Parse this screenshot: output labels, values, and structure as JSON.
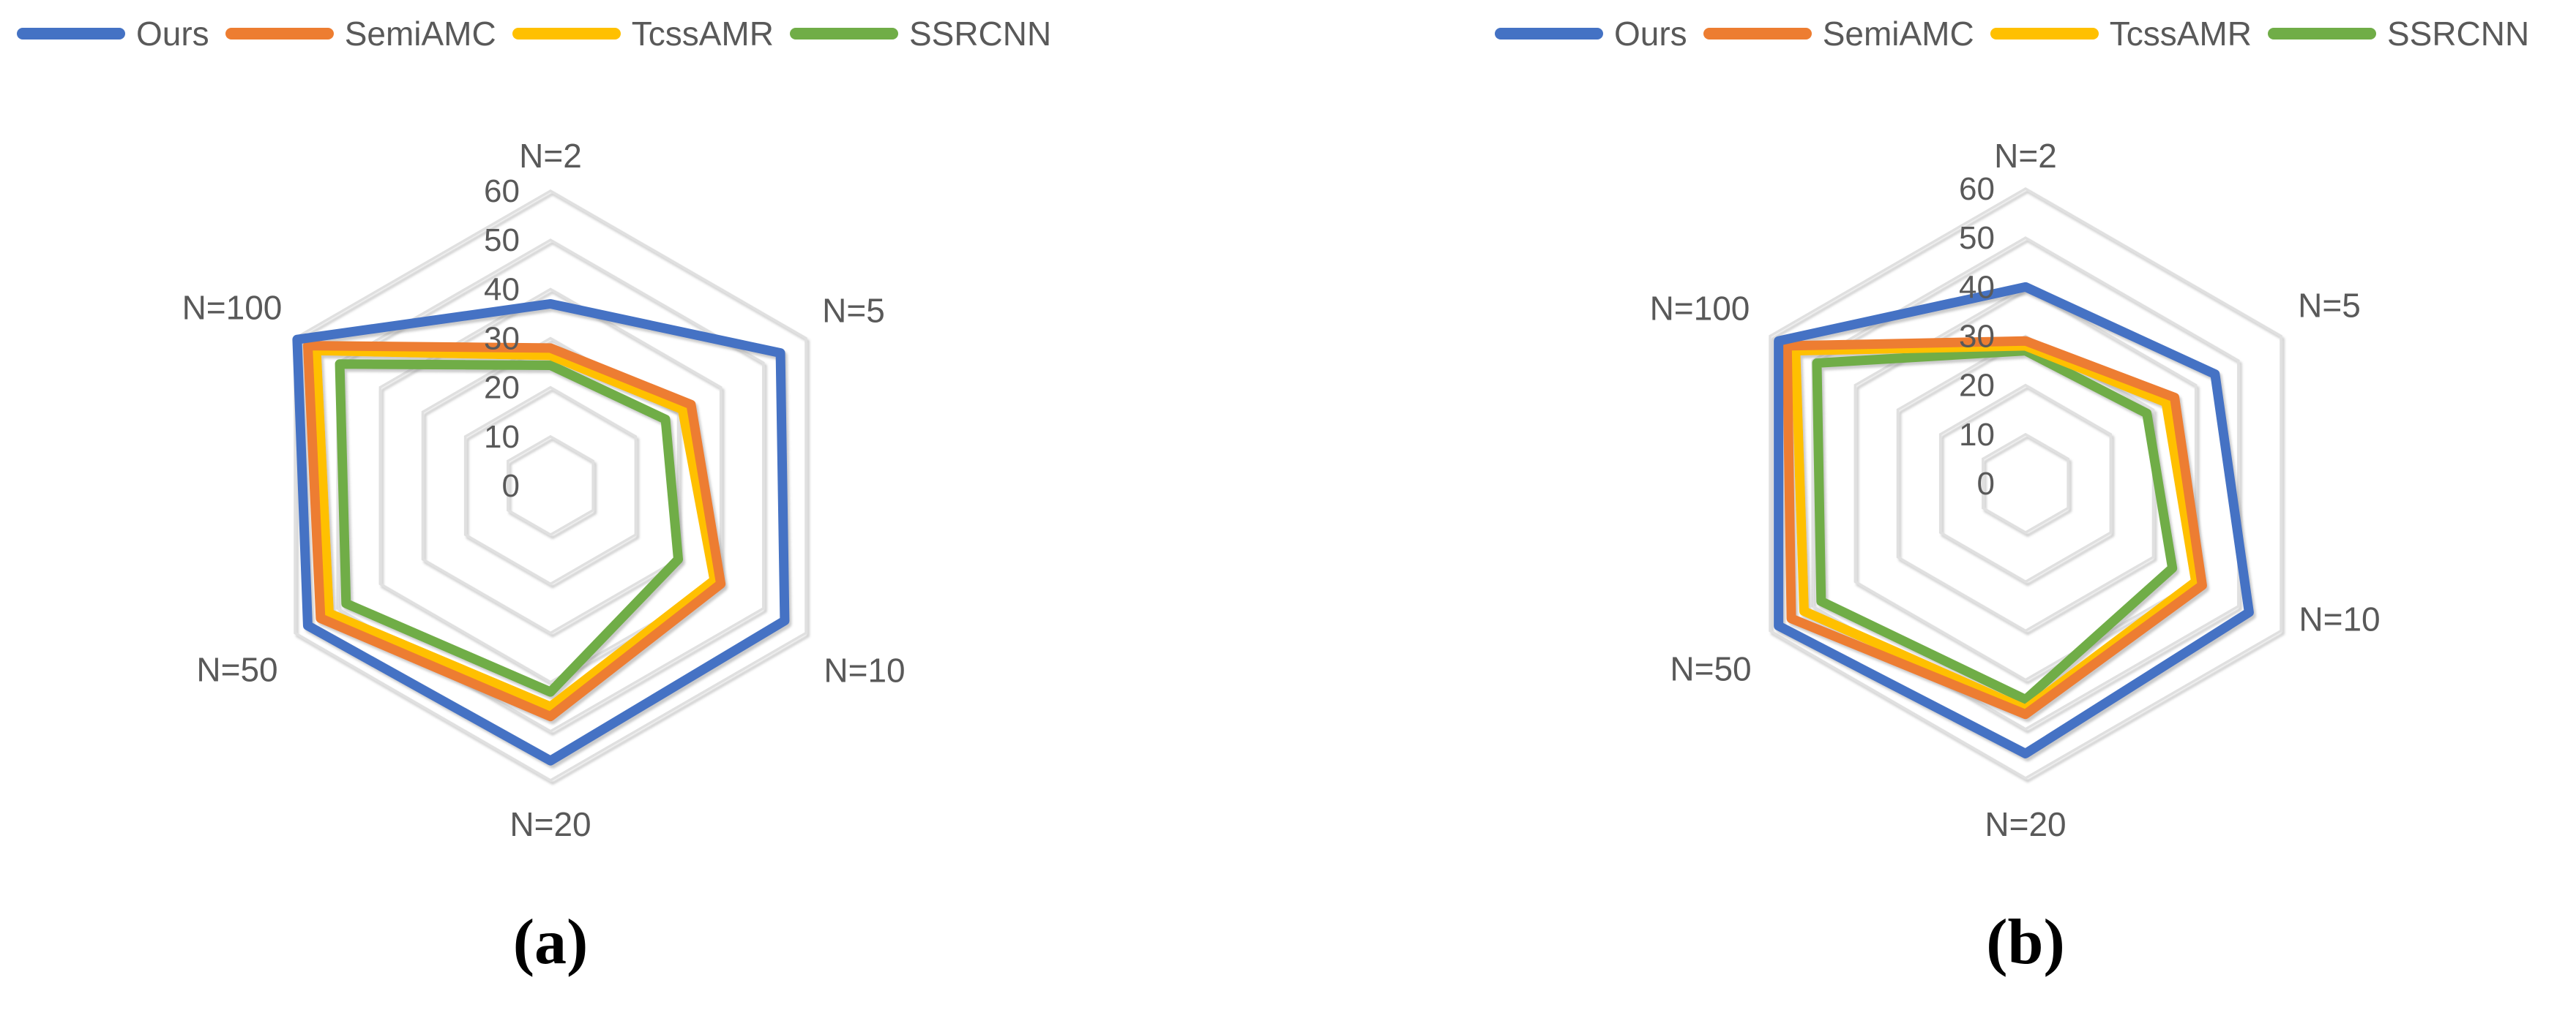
{
  "page": {
    "background": "#FFFFFF"
  },
  "legend": {
    "items": [
      {
        "label": "Ours",
        "color": "#4472C4"
      },
      {
        "label": "SemiAMC",
        "color": "#ED7D31"
      },
      {
        "label": "TcssAMR",
        "color": "#FFC000"
      },
      {
        "label": "SSRCNN",
        "color": "#70AD47"
      }
    ]
  },
  "colors": {
    "grid": "#E0E0E0",
    "label_text": "#595959",
    "caption_text": "#000000"
  },
  "chart_data": [
    {
      "type": "radar",
      "caption": "(a)",
      "categories": [
        "N=2",
        "N=5",
        "N=10",
        "N=20",
        "N=50",
        "N=100"
      ],
      "radial_axis": {
        "min": 0,
        "max": 60,
        "ticks": [
          0,
          10,
          20,
          30,
          40,
          50,
          60
        ]
      },
      "grid": true,
      "legend_position": "top-left",
      "series": [
        {
          "name": "Ours",
          "color": "#4472C4",
          "values": [
            37,
            54,
            55,
            56,
            57,
            59.5
          ]
        },
        {
          "name": "SemiAMC",
          "color": "#ED7D31",
          "values": [
            28,
            33,
            40,
            47,
            54,
            57
          ]
        },
        {
          "name": "TcssAMR",
          "color": "#FFC000",
          "values": [
            26.5,
            31,
            38.5,
            45,
            52,
            55
          ]
        },
        {
          "name": "SSRCNN",
          "color": "#70AD47",
          "values": [
            24.5,
            27,
            30,
            42,
            48,
            49.5
          ]
        }
      ]
    },
    {
      "type": "radar",
      "caption": "(b)",
      "categories": [
        "N=2",
        "N=5",
        "N=10",
        "N=20",
        "N=50",
        "N=100"
      ],
      "radial_axis": {
        "min": 0,
        "max": 60,
        "ticks": [
          0,
          10,
          20,
          30,
          40,
          50,
          60
        ]
      },
      "grid": true,
      "legend_position": "top-right",
      "series": [
        {
          "name": "Ours",
          "color": "#4472C4",
          "values": [
            40,
            44.5,
            52.5,
            55,
            58,
            58
          ]
        },
        {
          "name": "SemiAMC",
          "color": "#ED7D31",
          "values": [
            29,
            35,
            41.5,
            47,
            55,
            56
          ]
        },
        {
          "name": "TcssAMR",
          "color": "#FFC000",
          "values": [
            28,
            33,
            40,
            46,
            52,
            54
          ]
        },
        {
          "name": "SSRCNN",
          "color": "#70AD47",
          "values": [
            27,
            28.5,
            34.5,
            44,
            48,
            49
          ]
        }
      ]
    }
  ]
}
